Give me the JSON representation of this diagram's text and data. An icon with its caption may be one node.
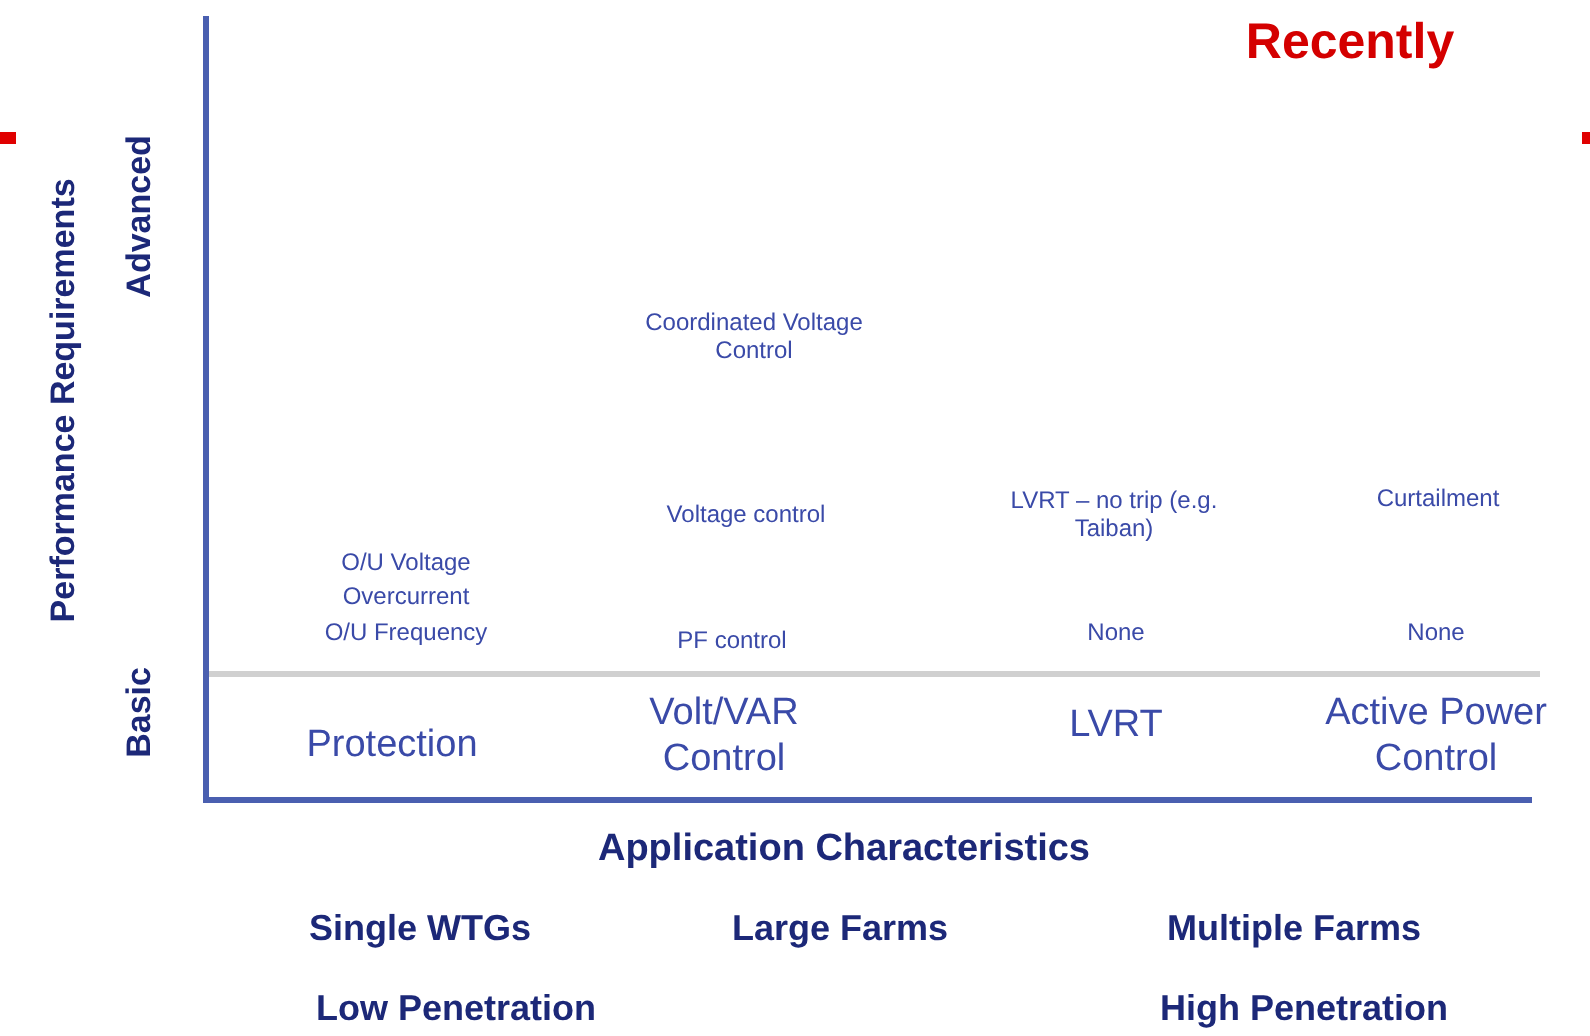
{
  "diagram": {
    "title": "Recently",
    "labels": [
      "Performance Requirements",
      "Advanced",
      "Coordinated Voltage Control",
      "Voltage control",
      "Curtailment",
      "LVRT – no trip (e.g. Taiban)",
      "O/U Voltage",
      "Overcurrent",
      "O/U Frequency",
      "PF control",
      "None",
      "None",
      "Basic",
      "Protection",
      "Volt/VAR Control",
      "LVRT",
      "Active Power Control",
      "Application Characteristics",
      "Single WTGs",
      "Large Farms",
      "Multiple Farms",
      "Low Penetration",
      "High Penetration"
    ]
  }
}
